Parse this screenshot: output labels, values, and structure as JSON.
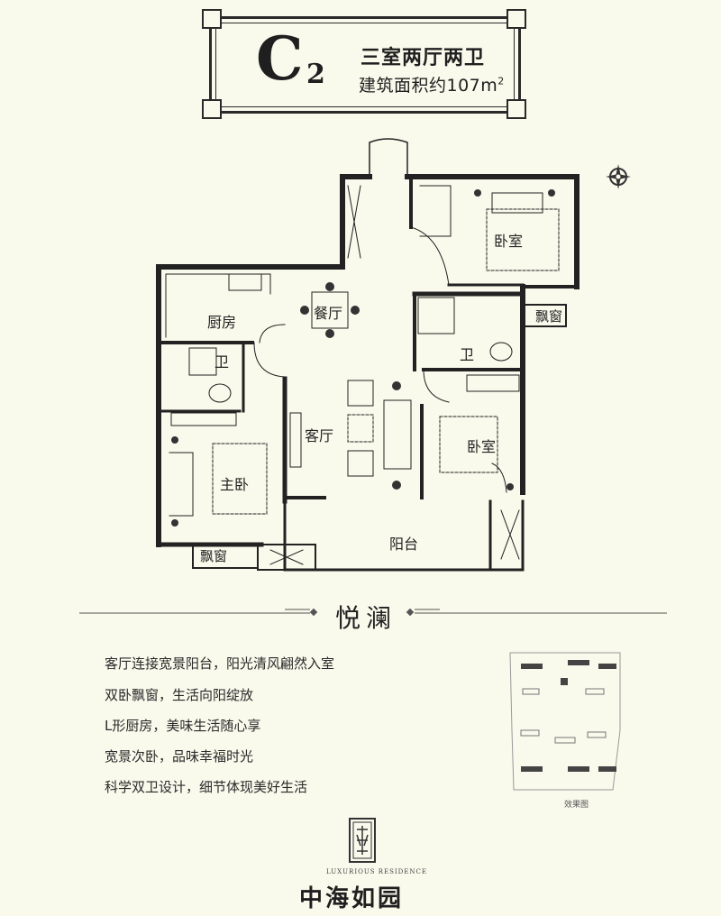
{
  "header": {
    "unit_letter": "C",
    "unit_number": "2",
    "layout": "三室两厅两卫",
    "area_prefix": "建筑面积约107m",
    "area_superscript": "2"
  },
  "floor_plan": {
    "rooms": {
      "bedroom_ne": "卧室",
      "kitchen": "厨房",
      "dining": "餐厅",
      "bathroom_w": "卫",
      "bathroom_e": "卫",
      "bay_window_e": "飘窗",
      "living": "客厅",
      "bedroom_se": "卧室",
      "master": "主卧",
      "bay_window_w": "飘窗",
      "balcony": "阳台"
    }
  },
  "section": {
    "title": "悦澜"
  },
  "features": [
    "客厅连接宽景阳台，阳光清风翩然入室",
    "双卧飘窗，生活向阳绽放",
    "L形厨房，美味生活随心享",
    "宽景次卧，品味幸福时光",
    "科学双卫设计，细节体现美好生活"
  ],
  "site_map": {
    "caption": "效果图"
  },
  "brand": {
    "english": "LUXURIOUS RESIDENCE",
    "chinese": "中海如园"
  },
  "colors": {
    "background": "#f9f9ec",
    "ink": "#1f1f1f"
  }
}
